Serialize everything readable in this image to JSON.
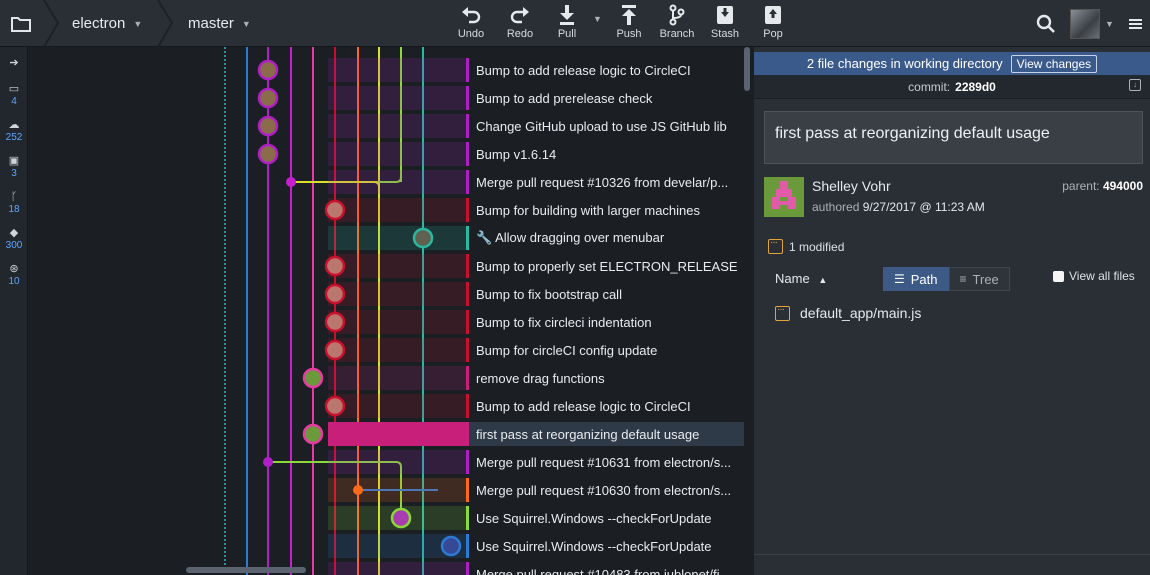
{
  "toolbar": {
    "repo": "electron",
    "branch": "master",
    "buttons": [
      {
        "label": "Undo",
        "icon": "undo-icon"
      },
      {
        "label": "Redo",
        "icon": "redo-icon"
      },
      {
        "label": "Pull",
        "icon": "pull-icon"
      },
      {
        "label": "Push",
        "icon": "push-icon"
      },
      {
        "label": "Branch",
        "icon": "branch-icon"
      },
      {
        "label": "Stash",
        "icon": "stash-icon"
      },
      {
        "label": "Pop",
        "icon": "pop-icon"
      }
    ]
  },
  "rail": [
    {
      "icon": "arrow-circle-icon",
      "count": ""
    },
    {
      "icon": "computer-icon",
      "count": "4"
    },
    {
      "icon": "cloud-icon",
      "count": "252"
    },
    {
      "icon": "pull-request-icon",
      "count": "3"
    },
    {
      "icon": "branch-icon",
      "count": "18"
    },
    {
      "icon": "tag-icon",
      "count": "300"
    },
    {
      "icon": "submodule-icon",
      "count": "10"
    }
  ],
  "commits": [
    {
      "message": "Bump to add release logic to CircleCI",
      "color": "#b01fc6"
    },
    {
      "message": "Bump to add prerelease check",
      "color": "#b01fc6"
    },
    {
      "message": "Change GitHub upload to use JS GitHub lib",
      "color": "#b01fc6"
    },
    {
      "message": "Bump v1.6.14",
      "color": "#b01fc6"
    },
    {
      "message": "Merge pull request #10326 from develar/p...",
      "color": "#b01fc6"
    },
    {
      "message": "Bump for building with larger machines",
      "color": "#c8102e"
    },
    {
      "message": "🔧 Allow dragging over menubar",
      "color": "#2bb8a0"
    },
    {
      "message": "Bump to properly set ELECTRON_RELEASE",
      "color": "#c8102e"
    },
    {
      "message": "Bump to fix bootstrap call",
      "color": "#c8102e"
    },
    {
      "message": "Bump to fix circleci indentation",
      "color": "#c8102e"
    },
    {
      "message": "Bump for circleCI config update",
      "color": "#c8102e"
    },
    {
      "message": "remove drag functions",
      "color": "#c71f7a"
    },
    {
      "message": "Bump to add release logic to CircleCI",
      "color": "#c8102e"
    },
    {
      "message": "first pass at reorganizing default usage",
      "color": "#c71f7a"
    },
    {
      "message": "Merge pull request #10631 from electron/s...",
      "color": "#b01fc6"
    },
    {
      "message": "Merge pull request #10630 from electron/s...",
      "color": "#ff6a1a"
    },
    {
      "message": "Use Squirrel.Windows --checkForUpdate",
      "color": "#8bd93a"
    },
    {
      "message": "Use Squirrel.Windows --checkForUpdate",
      "color": "#2a7bd6"
    },
    {
      "message": "Merge pull request #10483 from iublonet/fi...",
      "color": "#b01fc6"
    }
  ],
  "selected_index": 13,
  "panel": {
    "banner_text": "2 file changes in working directory",
    "view_changes": "View changes",
    "commit_label": "commit:",
    "commit_sha": "2289d0",
    "message": "first pass at reorganizing default usage",
    "author": "Shelley Vohr",
    "authored_label": "authored",
    "authored_date": "9/27/2017 @ 11:23 AM",
    "parent_label": "parent:",
    "parent_sha": "494000",
    "modified": "1 modified",
    "name_header": "Name",
    "path_label": "Path",
    "tree_label": "Tree",
    "view_all": "View all files",
    "file": "default_app/main.js"
  }
}
